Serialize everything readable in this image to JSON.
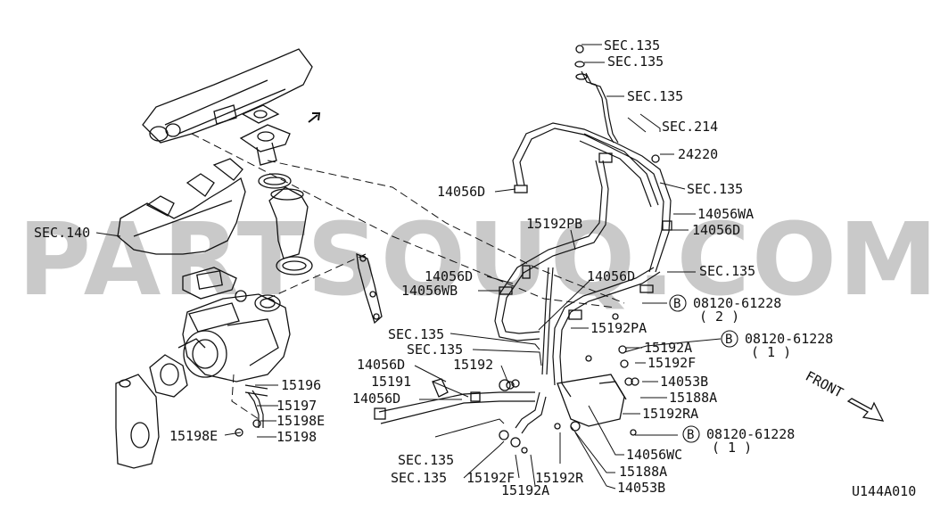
{
  "watermark": "PARTSOUQ.COM",
  "diagram_code": "U144A010",
  "direction_label": "FRONT",
  "callouts": {
    "sec135_a": "SEC.135",
    "sec135_b": "SEC.135",
    "sec135_c": "SEC.135",
    "sec214": "SEC.214",
    "p24220": "24220",
    "p14056d_a": "14056D",
    "sec135_d": "SEC.135",
    "p14056wa": "14056WA",
    "sec140": "SEC.140",
    "p15192pb": "15192PB",
    "p14056d_b": "14056D",
    "sec135_e": "SEC.135",
    "p14056d_c": "14056D",
    "p14056d_d": "14056D",
    "p14056wb": "14056WB",
    "bolt_b1_num": "08120-61228",
    "bolt_b1_qty": "( 2 )",
    "sec135_f": "SEC.135",
    "p15192pa": "15192PA",
    "bolt_b2_num": "08120-61228",
    "bolt_b2_qty": "( 1 )",
    "sec135_g": "SEC.135",
    "p15192a_a": "15192A",
    "p15192f_a": "15192F",
    "p14056d_e": "14056D",
    "p15192": "15192",
    "p14053b_a": "14053B",
    "p15191": "15191",
    "p15196": "15196",
    "p14056d_f": "14056D",
    "p15188a_a": "15188A",
    "p15197": "15197",
    "p15192ra": "15192RA",
    "p15198e_a": "15198E",
    "p15198e_b": "15198E",
    "p15198": "15198",
    "bolt_b3_num": "08120-61228",
    "bolt_b3_qty": "( 1 )",
    "p14056wc": "14056WC",
    "sec135_h": "SEC.135",
    "p15188a_b": "15188A",
    "sec135_i": "SEC.135",
    "p15192f_b": "15192F",
    "p15192r": "15192R",
    "p14053b_b": "14053B",
    "p15192a_b": "15192A",
    "bolt_marker": "B"
  },
  "colors": {
    "ink": "#111111",
    "watermark": "#c9c9c9",
    "background": "#ffffff"
  }
}
